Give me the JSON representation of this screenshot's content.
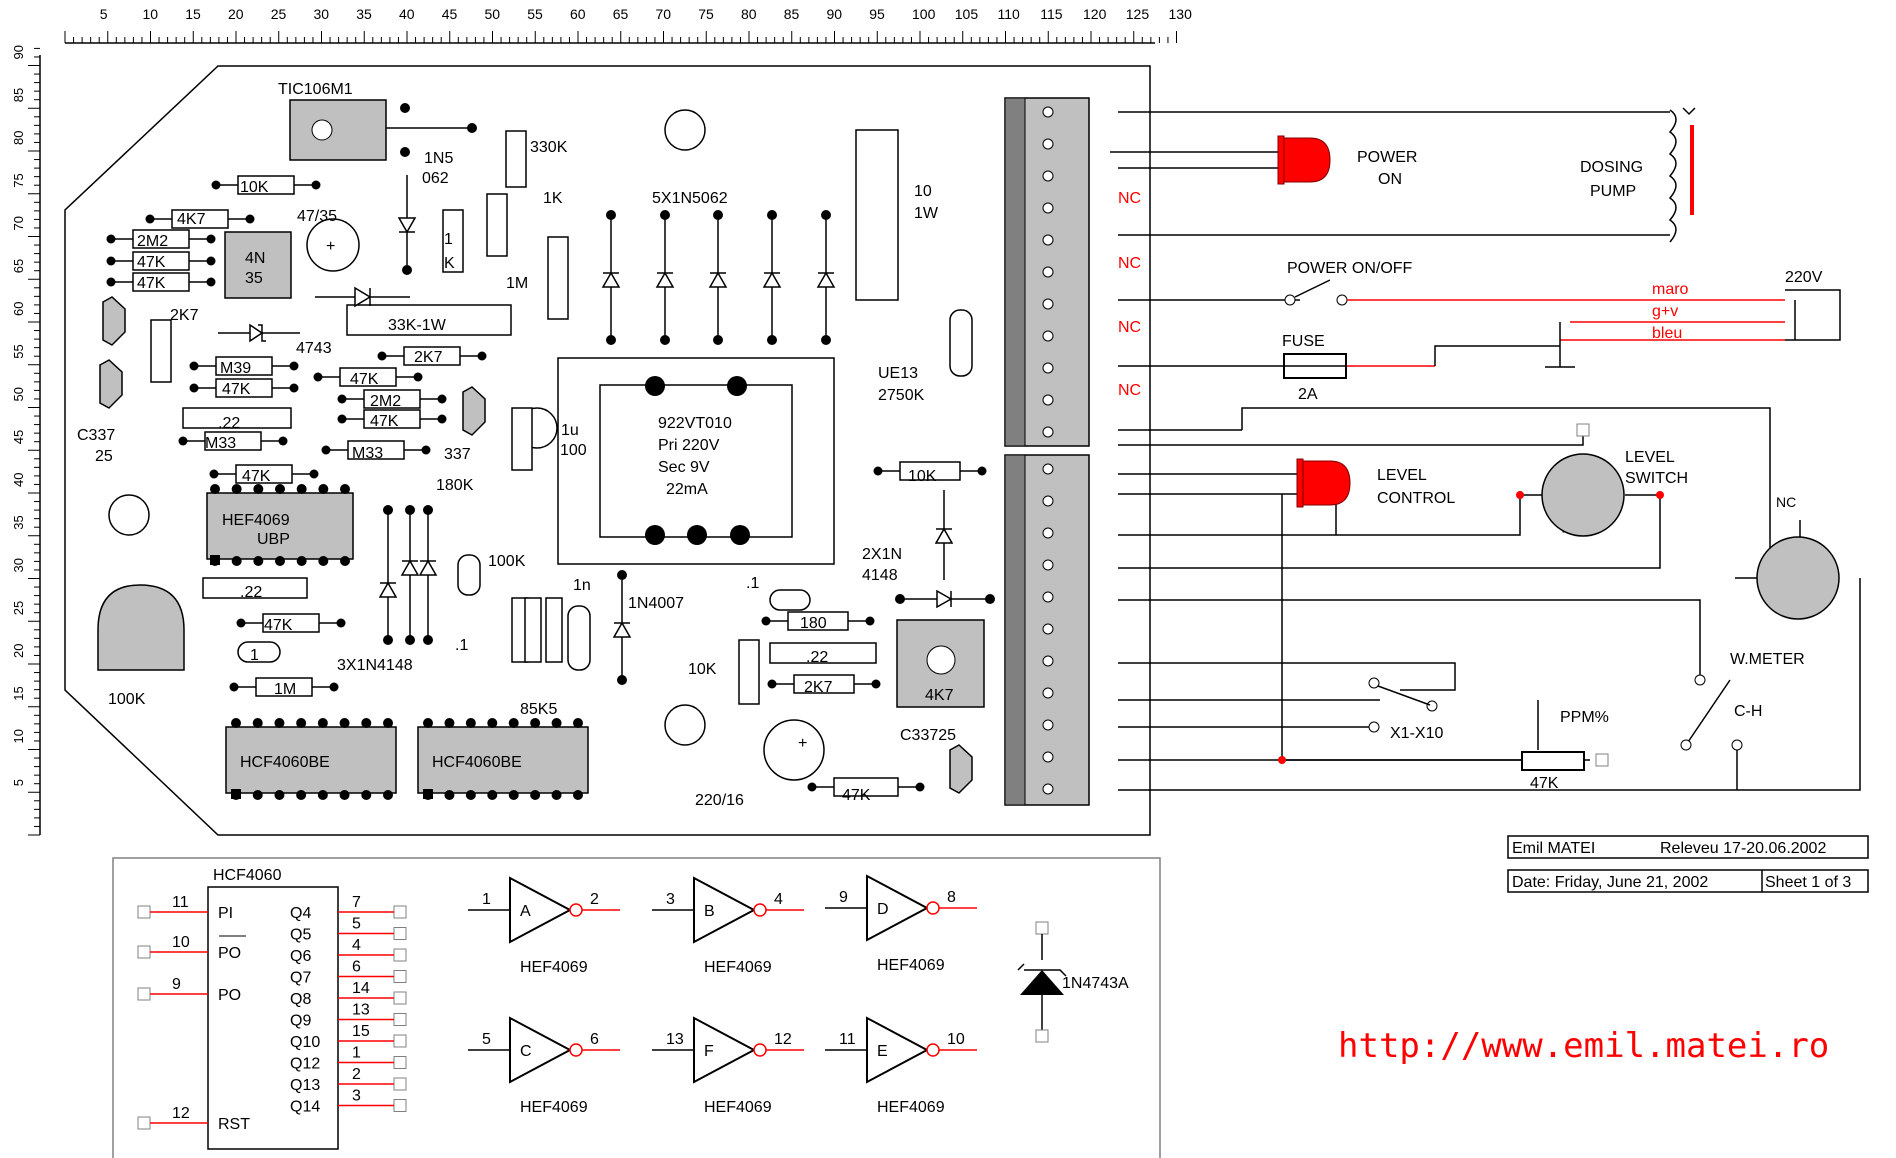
{
  "ruler": {
    "top_ticks": [
      "5",
      "10",
      "15",
      "20",
      "25",
      "30",
      "35",
      "40",
      "45",
      "50",
      "55",
      "60",
      "65",
      "70",
      "75",
      "80",
      "85",
      "90",
      "95",
      "100",
      "105",
      "110",
      "115",
      "120",
      "125",
      "130"
    ],
    "left_ticks": [
      "90",
      "85",
      "80",
      "75",
      "70",
      "65",
      "60",
      "55",
      "50",
      "45",
      "40",
      "35",
      "30",
      "25",
      "20",
      "15",
      "10",
      "5"
    ]
  },
  "board": {
    "labels": {
      "tic": "TIC106M1",
      "r10k": "10K",
      "d1n5": "1N5",
      "d062": "062",
      "r330k": "330K",
      "r1k_a": "1",
      "r1k_b": "K",
      "r1m": "1M",
      "r1k": "1K",
      "diodes5": "5X1N5062",
      "r10": "10",
      "r1w": "1W",
      "r4k7": "4K7",
      "c4735": "47/35",
      "r2m2": "2M2",
      "r47k_a": "47K",
      "r47k_b": "47K",
      "opto_a": "4N",
      "opto_b": "35",
      "r33k": "33K-1W",
      "r2k7a": "2K7",
      "z4743": "4743",
      "rm39": "M39",
      "r47k_c": "47K",
      "r47k_d": "47K",
      "r2k7b": "2K7",
      "r2m2b": "2M2",
      "r47k_e": "47K",
      "c22a": ".22",
      "rm33a": "M33",
      "rm33b": "M33",
      "t337": "337",
      "c337": "C337",
      "c25": "25",
      "r47k_f": "47K",
      "c1u": "1u",
      "c100": "100",
      "r180k": "180K",
      "hef_a": "HEF4069",
      "hef_b": "UBP",
      "t922": "922VT010",
      "pri": "Pri 220V",
      "sec": "Sec 9V",
      "ma": "22mA",
      "ue13": "UE13",
      "r2750": "2750K",
      "r10k_b": "10K",
      "d2x": "2X1N",
      "d4148": "4148",
      "c22b": ".22",
      "r100k": "100K",
      "c1n": "1n",
      "d1n4007": "1N4007",
      "c_dot1a": ".1",
      "r180": "180",
      "c22c": ".22",
      "r2k7c": "2K7",
      "r10k_c": "10K",
      "r47k_g": "47K",
      "c_1": "1",
      "c_dot1b": ".1",
      "d3x": "3X1N4148",
      "r1m_b": "1M",
      "p100k": "100K",
      "r85k5": "85K5",
      "p4k7": "4K7",
      "c33725": "C33725",
      "hcf_a": "HCF4060BE",
      "hcf_b": "HCF4060BE",
      "c22016": "220/16",
      "r47k_h": "47K"
    }
  },
  "right": {
    "power_on_a": "POWER",
    "power_on_b": "ON",
    "dosing_a": "DOSING",
    "dosing_b": "PUMP",
    "nc1": "NC",
    "nc2": "NC",
    "nc3": "NC",
    "nc4": "NC",
    "power_switch": "POWER ON/OFF",
    "maro": "maro",
    "gv": "g+v",
    "bleu": "bleu",
    "v220": "220V",
    "fuse": "FUSE",
    "fuse_val": "2A",
    "level_ctrl_a": "LEVEL",
    "level_ctrl_b": "CONTROL",
    "level_sw_a": "LEVEL",
    "level_sw_b": "SWITCH",
    "nc_w": "NC",
    "wmeter": "W.METER",
    "ppm": "PPM%",
    "x1x10": "X1-X10",
    "ch": "C-H",
    "p47k": "47K"
  },
  "title_block": {
    "author": "Emil MATEI",
    "survey": "Releveu 17-20.06.2002",
    "date": "Date: Friday, June 21, 2002",
    "sheet": "Sheet 1 of 3"
  },
  "legend": {
    "hcf_title": "HCF4060",
    "left_pins": [
      {
        "num": "11",
        "name": "PI"
      },
      {
        "num": "10",
        "name": "PO"
      },
      {
        "num": "9",
        "name": "PO"
      },
      {
        "num": "12",
        "name": "RST"
      }
    ],
    "right_pins": [
      {
        "num": "7",
        "name": "Q4"
      },
      {
        "num": "5",
        "name": "Q5"
      },
      {
        "num": "4",
        "name": "Q6"
      },
      {
        "num": "6",
        "name": "Q7"
      },
      {
        "num": "14",
        "name": "Q8"
      },
      {
        "num": "13",
        "name": "Q9"
      },
      {
        "num": "15",
        "name": "Q10"
      },
      {
        "num": "1",
        "name": "Q12"
      },
      {
        "num": "2",
        "name": "Q13"
      },
      {
        "num": "3",
        "name": "Q14"
      }
    ],
    "gates": [
      {
        "in": "1",
        "letter": "A",
        "out": "2",
        "part": "HEF4069"
      },
      {
        "in": "3",
        "letter": "B",
        "out": "4",
        "part": "HEF4069"
      },
      {
        "in": "9",
        "letter": "D",
        "out": "8",
        "part": "HEF4069"
      },
      {
        "in": "5",
        "letter": "C",
        "out": "6",
        "part": "HEF4069"
      },
      {
        "in": "13",
        "letter": "F",
        "out": "12",
        "part": "HEF4069"
      },
      {
        "in": "11",
        "letter": "E",
        "out": "10",
        "part": "HEF4069"
      }
    ],
    "zener": "1N4743A"
  },
  "url": "http://www.emil.matei.ro",
  "colors": {
    "red": "#ff0000",
    "grey": "#c0c0c0",
    "darkgrey": "#808080",
    "wire": "#000000"
  }
}
